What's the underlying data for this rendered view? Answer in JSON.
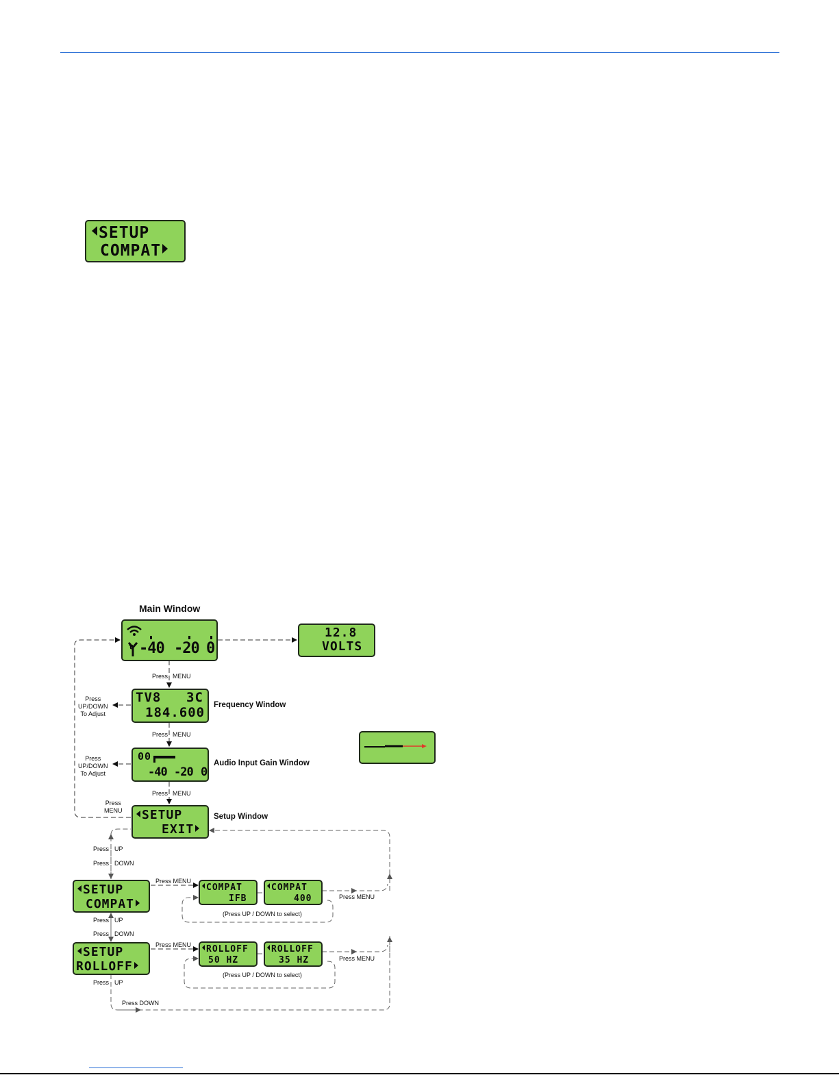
{
  "setup_compat_display": {
    "line1": "SETUP",
    "line2": "COMPAT"
  },
  "flowchart": {
    "title": "Main Window",
    "main_window": {
      "ticks": [
        "-40",
        "-20",
        "0"
      ]
    },
    "volts_window": {
      "line1": "12.8",
      "line2": "VOLTS"
    },
    "frequency_window": {
      "label": "Frequency Window",
      "line1_left": "TV8",
      "line1_right": "3C",
      "line2": "184.600"
    },
    "audio_window": {
      "label": "Audio Input Gain Window",
      "line1": "00",
      "ticks": [
        "-40",
        "-20",
        "0"
      ]
    },
    "setup_window": {
      "label": "Setup Window",
      "line1": "SETUP",
      "line2": "EXIT"
    },
    "setup_compat": {
      "line1": "SETUP",
      "line2": "COMPAT"
    },
    "setup_rolloff": {
      "line1": "SETUP",
      "line2": "ROLLOFF"
    },
    "compat_ifb": {
      "line1": "COMPAT",
      "line2": "IFB"
    },
    "compat_400": {
      "line1": "COMPAT",
      "line2": "400"
    },
    "rolloff_50": {
      "line1": "ROLLOFF",
      "line2": "50 HZ"
    },
    "rolloff_35": {
      "line1": "ROLLOFF",
      "line2": "35 HZ"
    },
    "labels": {
      "press": "Press",
      "menu": "MENU",
      "up": "UP",
      "down": "DOWN",
      "up_down_to_adjust_1": "Press\nUP/DOWN\nTo Adjust",
      "up_down_to_adjust_2": "Press\nUP/DOWN\nTo Adjust",
      "press_menu_stack": "Press\nMENU",
      "press_menu_compat_in": "Press MENU",
      "press_menu_compat_out": "Press MENU",
      "press_menu_rolloff_in": "Press MENU",
      "press_menu_rolloff_out": "Press MENU",
      "press_up_down_select_1": "(Press UP / DOWN to select)",
      "press_up_down_select_2": "(Press UP / DOWN to select)",
      "press_down_bottom": "Press DOWN"
    }
  },
  "colors": {
    "lcd": "#8fd35a",
    "accent_rule": "#2a6fd6",
    "arrow_red": "#e03a2a"
  }
}
